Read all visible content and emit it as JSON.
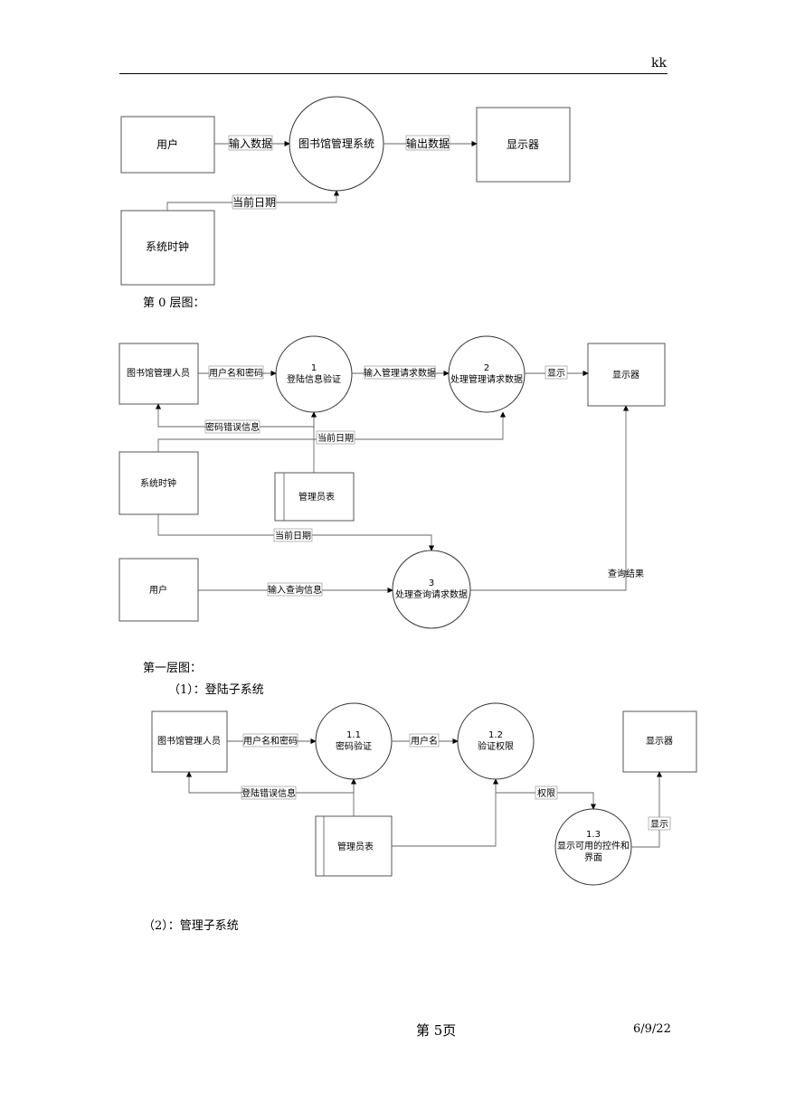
{
  "header": {
    "right_text": "kk"
  },
  "captions": {
    "level0": "第 0 层图：",
    "level1": "第一层图：",
    "sub1": "（1）：登陆子系统",
    "sub2": "（2）：管理子系统"
  },
  "context": {
    "user": "用户",
    "system": "图书馆管理系统",
    "display": "显示器",
    "clock": "系统时钟",
    "flow_input": "输入数据",
    "flow_output": "输出数据",
    "flow_date": "当前日期"
  },
  "level1": {
    "librarian": "图书馆管理人员",
    "p1_num": "1",
    "p1_name": "登陆信息验证",
    "p2_num": "2",
    "p2_name": "处理管理请求数据",
    "display": "显示器",
    "clock": "系统时钟",
    "store": "管理员表",
    "user": "用户",
    "p3_num": "3",
    "p3_name": "处理查询请求数据",
    "f_username_pwd": "用户名和密码",
    "f_mgmt_req": "输入管理请求数据",
    "f_show": "显示",
    "f_pwd_error": "密码错误信息",
    "f_date1": "当前日期",
    "f_date2": "当前日期",
    "f_query_input": "输入查询信息",
    "f_query_result": "查询结果"
  },
  "login": {
    "librarian": "图书馆管理人员",
    "p11_num": "1.1",
    "p11_name": "密码验证",
    "p12_num": "1.2",
    "p12_name": "验证权限",
    "display": "显示器",
    "store": "管理员表",
    "p13_num": "1.3",
    "p13_line1": "显示可用的控件和",
    "p13_line2": "界面",
    "f_username_pwd": "用户名和密码",
    "f_username": "用户名",
    "f_login_error": "登陆错误信息",
    "f_permission": "权限",
    "f_show": "显示"
  },
  "footer": {
    "page": "第 5页",
    "date": "6/9/22"
  }
}
